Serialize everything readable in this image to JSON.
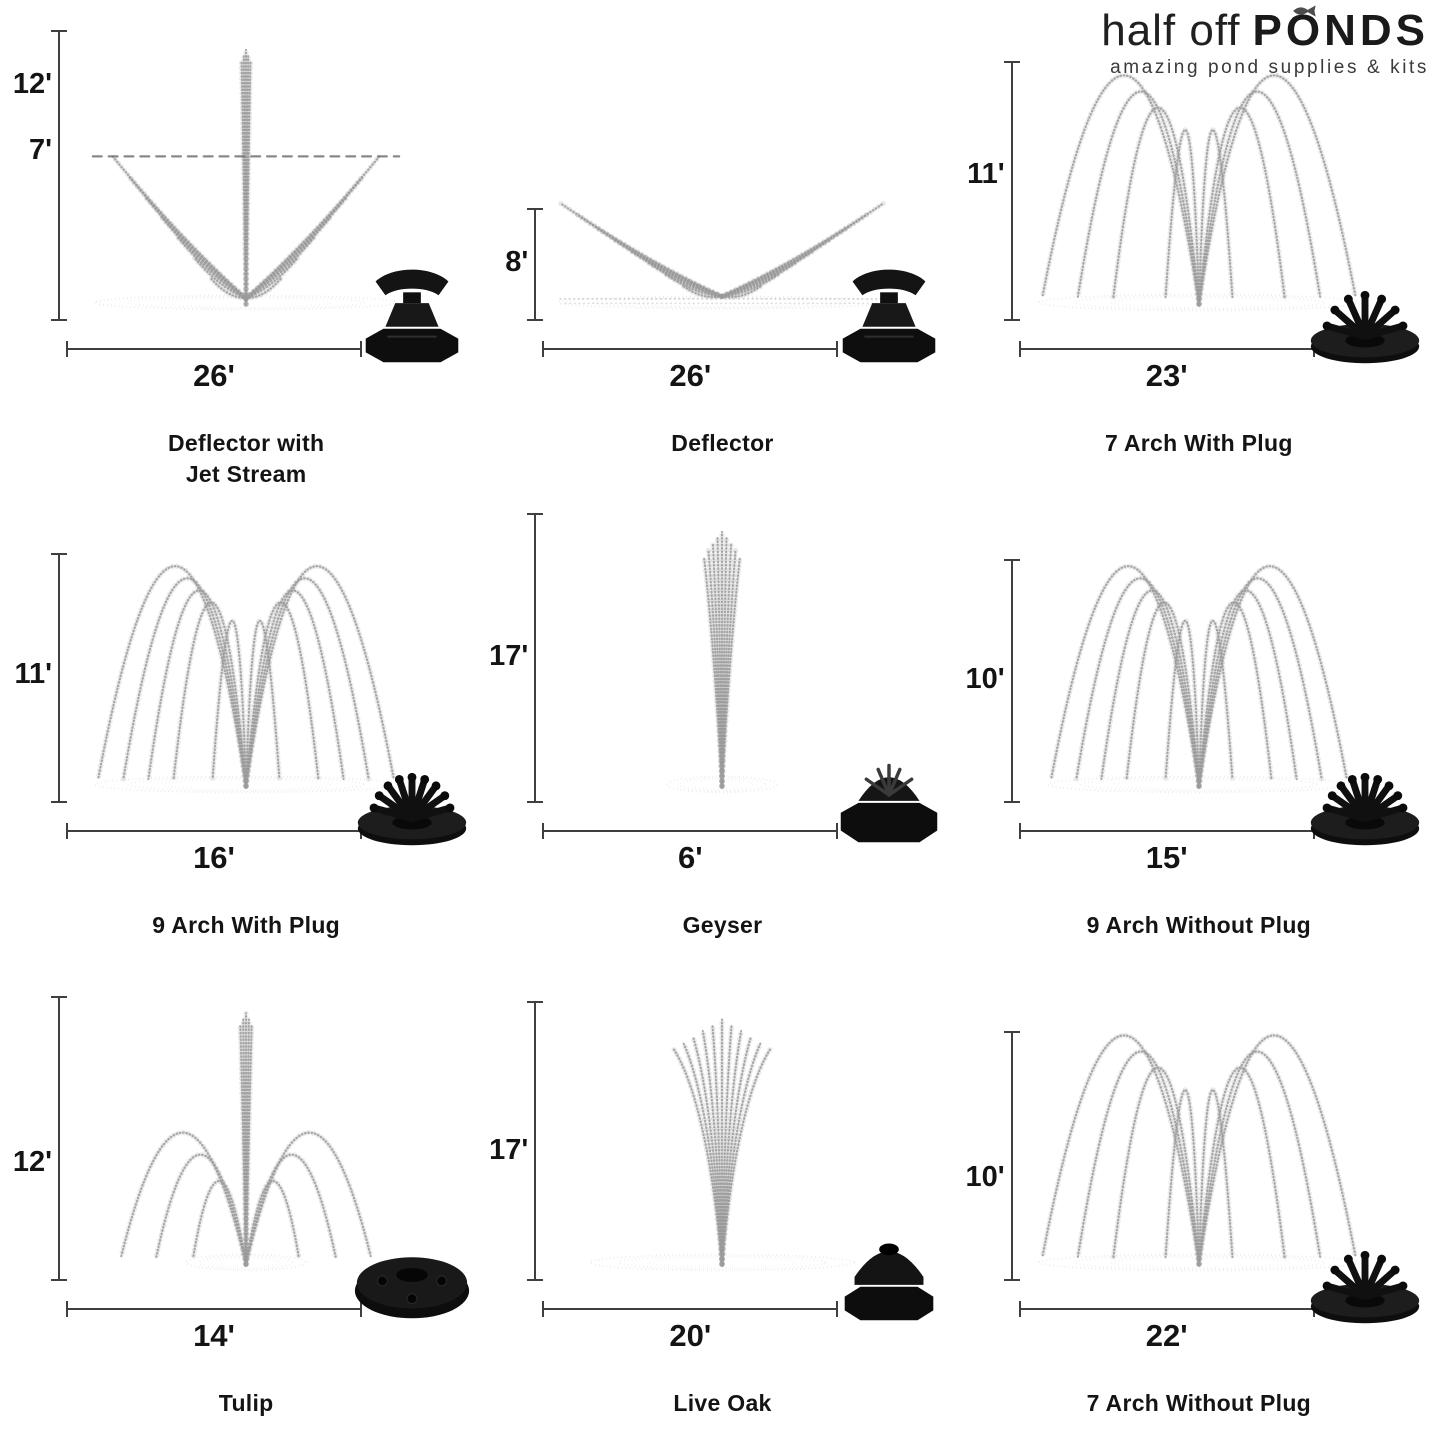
{
  "logo": {
    "word1": "half off",
    "word2": "PONDS",
    "tagline": "amazing pond supplies & kits"
  },
  "cells": [
    {
      "name_line1": "Deflector with",
      "name_line2": "Jet Stream",
      "height": "12'",
      "height_secondary": "7'",
      "width": "26'",
      "spray": "deflector-jet",
      "nozzle": "deflector"
    },
    {
      "name_line1": "Deflector",
      "height": "8'",
      "width": "26'",
      "spray": "deflector",
      "nozzle": "deflector"
    },
    {
      "name_line1": "7 Arch With Plug",
      "height": "11'",
      "width": "23'",
      "spray": "arch7",
      "nozzle": "multijet7"
    },
    {
      "name_line1": "9 Arch With Plug",
      "height": "11'",
      "width": "16'",
      "spray": "arch9",
      "nozzle": "multijet9"
    },
    {
      "name_line1": "Geyser",
      "height": "17'",
      "width": "6'",
      "spray": "geyser",
      "nozzle": "geyser"
    },
    {
      "name_line1": "9 Arch Without Plug",
      "height": "10'",
      "width": "15'",
      "spray": "arch9",
      "nozzle": "multijet9"
    },
    {
      "name_line1": "Tulip",
      "height": "12'",
      "width": "14'",
      "spray": "tulip",
      "nozzle": "tulip"
    },
    {
      "name_line1": "Live Oak",
      "height": "17'",
      "width": "20'",
      "spray": "liveoak",
      "nozzle": "liveoak"
    },
    {
      "name_line1": "7 Arch Without Plug",
      "height": "10'",
      "width": "22'",
      "spray": "arch7",
      "nozzle": "multijet7"
    }
  ]
}
